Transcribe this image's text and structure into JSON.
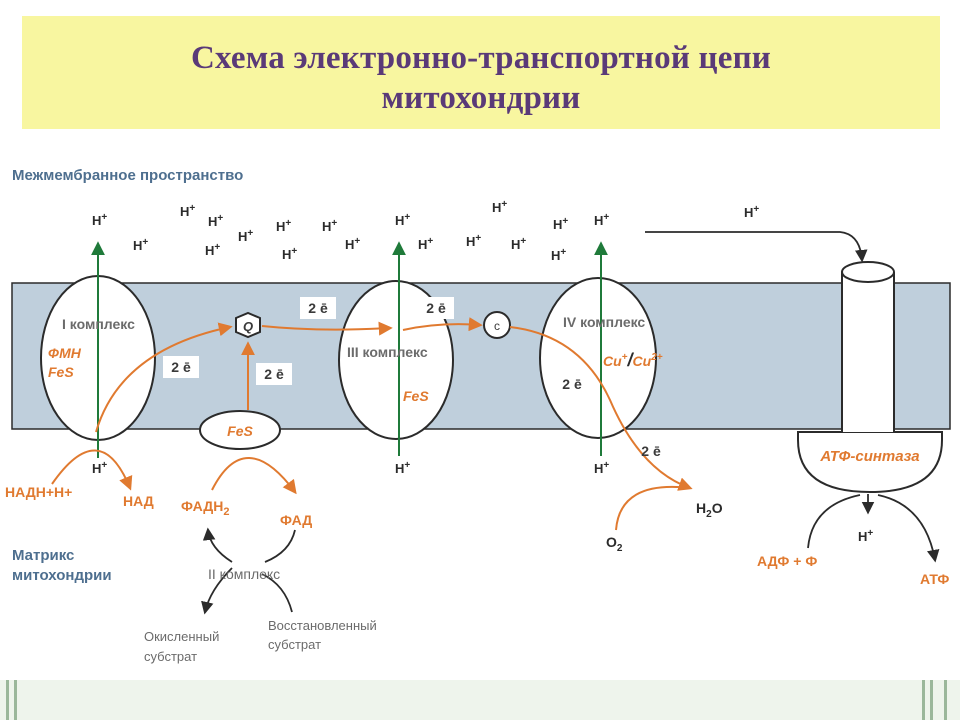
{
  "title": {
    "line1": "Схема электронно-транспортной цепи",
    "line2": "митохондрии"
  },
  "regions": {
    "intermembrane": "Межмембранное пространство",
    "matrix_line1": "Матрикс",
    "matrix_line2": "митохондрии"
  },
  "proton": {
    "symbol": "H",
    "charge": "+"
  },
  "complex1": {
    "label": "I комплекс",
    "cofactor1": "ФМН",
    "cofactor2": "FeS"
  },
  "complex2": {
    "label": "II комплекс",
    "fes": "FeS"
  },
  "complex3": {
    "label": "III комплекс",
    "cofactor": "FeS"
  },
  "complex4": {
    "label": "IV комплекс",
    "cu1": "Cu",
    "cu1_charge": "+",
    "slash": "/",
    "cu2": "Cu",
    "cu2_charge": "2+"
  },
  "carriers": {
    "q": "Q",
    "c": "c"
  },
  "electrons": {
    "two_e": "2 ē"
  },
  "substrates": {
    "nadh": "НАДН+Н+",
    "nad": "НАД",
    "fadh_main": "ФАДН",
    "fadh_sub": "2",
    "fad": "ФАД",
    "oxidized_line1": "Окисленный",
    "oxidized_line2": "субстрат",
    "reduced_line1": "Восстановленный",
    "reduced_line2": "субстрат",
    "o2_main": "O",
    "o2_sub": "2",
    "h2o_h": "H",
    "h2o_sub": "2",
    "h2o_o": "O"
  },
  "atp_synthase": {
    "label": "АТФ-синтаза",
    "adp": "АДФ + Ф",
    "atp": "АТФ"
  },
  "colors": {
    "title_bg": "#f8f6a0",
    "title_text": "#5a3a78",
    "membrane": "#bfcfdc",
    "complex_fill": "#ffffff",
    "outline": "#2b2b2b",
    "orange": "#e07a30",
    "green": "#1f7a3a",
    "label_blue": "#4e6f8f",
    "substrate_gray": "#6b6b6b"
  }
}
